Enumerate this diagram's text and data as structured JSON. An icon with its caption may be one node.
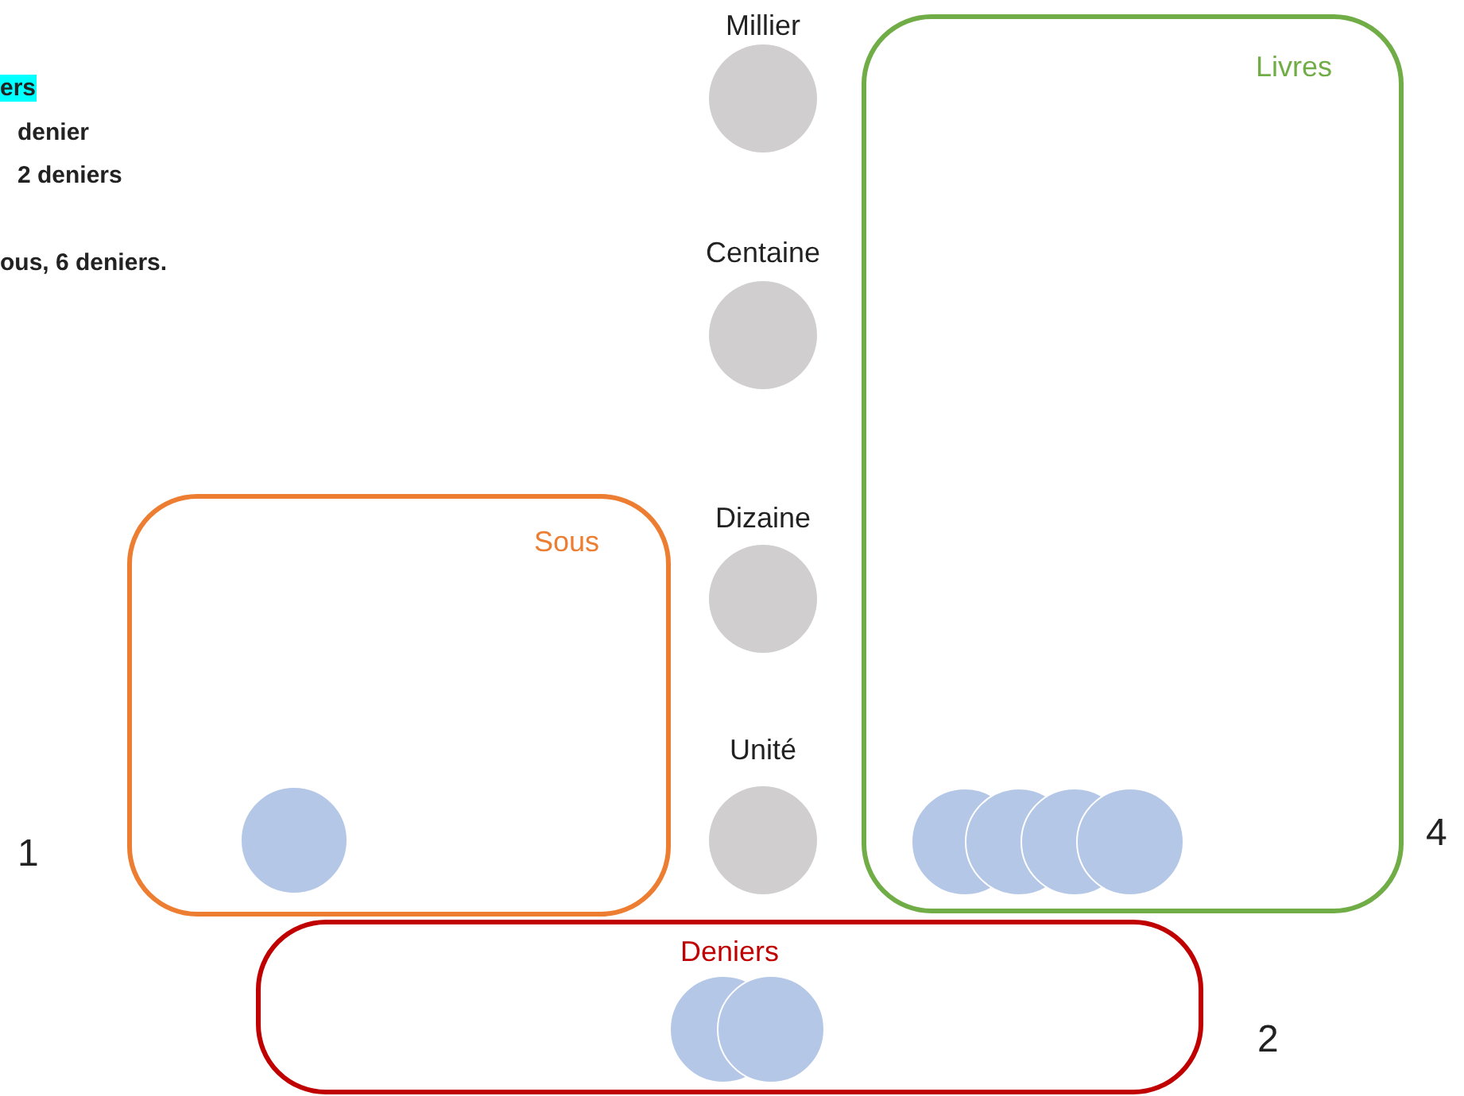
{
  "diagram": {
    "nodes": [
      {
        "text": [
          "Millier"
        ]
      },
      {
        "text": [
          "Livres"
        ]
      },
      {
        "text": [
          "Centaine"
        ]
      },
      {
        "text": [
          "Sous"
        ]
      },
      {
        "text": [
          "Dizaine"
        ]
      },
      {
        "text": [
          "Unité"
        ]
      },
      {
        "text": [
          "Deniers"
        ]
      },
      {
        "text": [],
        "shape": "circle",
        "in": 3
      },
      {
        "text": [],
        "shape": "circle",
        "in": 1
      },
      {
        "text": [],
        "shape": "circle",
        "in": 1
      },
      {
        "text": [],
        "shape": "circle",
        "in": 1
      },
      {
        "text": [],
        "shape": "circle",
        "in": 1
      },
      {
        "text": [],
        "shape": "circle",
        "in": 6
      },
      {
        "text": [],
        "shape": "circle",
        "in": 6
      }
    ],
    "labels": [
      "ers",
      "denier",
      "2 deniers",
      "ous, 6 deniers.",
      "1",
      "4",
      "2"
    ]
  }
}
